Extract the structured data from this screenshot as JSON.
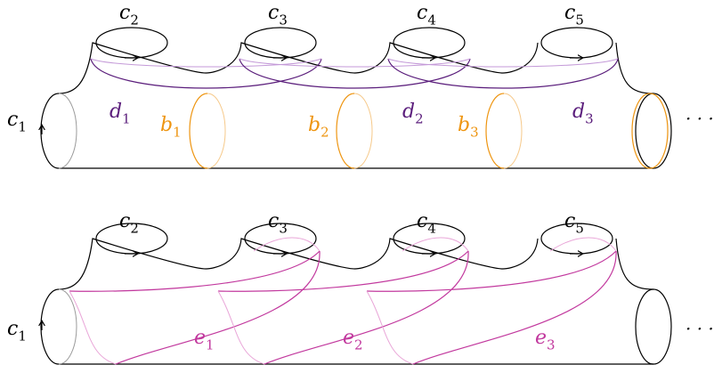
{
  "colors": {
    "outline": "#000000",
    "hidden_edge": "#9a9a9a",
    "curve_b": "#ee9511",
    "curve_b_back": "#f6c98a",
    "curve_d": "#5b1e7c",
    "curve_d_back": "#c49ad8",
    "curve_e": "#c2399e",
    "curve_e_back": "#e9a6d8"
  },
  "top_panel": {
    "c_labels": [
      {
        "letter": "c",
        "sub": "1"
      },
      {
        "letter": "c",
        "sub": "2"
      },
      {
        "letter": "c",
        "sub": "3"
      },
      {
        "letter": "c",
        "sub": "4"
      },
      {
        "letter": "c",
        "sub": "5"
      }
    ],
    "b_labels": [
      {
        "letter": "b",
        "sub": "1"
      },
      {
        "letter": "b",
        "sub": "2"
      },
      {
        "letter": "b",
        "sub": "3"
      }
    ],
    "d_labels": [
      {
        "letter": "d",
        "sub": "1"
      },
      {
        "letter": "d",
        "sub": "2"
      },
      {
        "letter": "d",
        "sub": "3"
      }
    ],
    "ellipsis": "· · ·"
  },
  "bottom_panel": {
    "c_labels": [
      {
        "letter": "c",
        "sub": "1"
      },
      {
        "letter": "c",
        "sub": "2"
      },
      {
        "letter": "c",
        "sub": "3"
      },
      {
        "letter": "c",
        "sub": "4"
      },
      {
        "letter": "c",
        "sub": "5"
      }
    ],
    "e_labels": [
      {
        "letter": "e",
        "sub": "1"
      },
      {
        "letter": "e",
        "sub": "2"
      },
      {
        "letter": "e",
        "sub": "3"
      }
    ],
    "ellipsis": "· · ·"
  }
}
